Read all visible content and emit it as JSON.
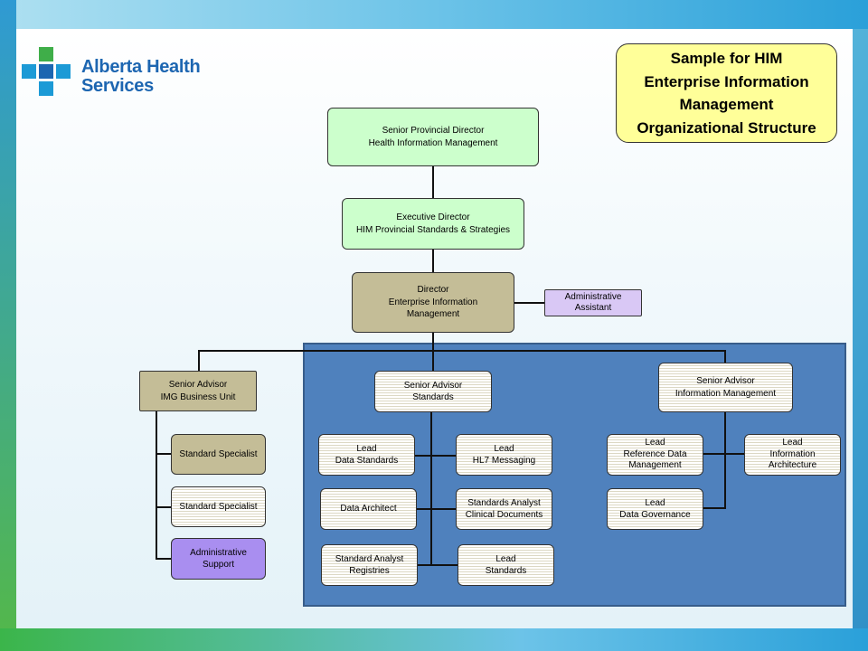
{
  "logo": {
    "line1": "Alberta Health",
    "line2": "Services"
  },
  "title": {
    "line1": "Sample for HIM",
    "line2": "Enterprise Information",
    "line3": "Management",
    "line4": "Organizational  Structure"
  },
  "nodes": {
    "senior_provincial_director": {
      "line1": "Senior Provincial Director",
      "line2": "Health Information Management"
    },
    "executive_director": {
      "line1": "Executive Director",
      "line2": "HIM Provincial Standards & Strategies"
    },
    "director": {
      "line1": "Director",
      "line2": "Enterprise Information",
      "line3": "Management"
    },
    "admin_assistant": {
      "line1": "Administrative",
      "line2": "Assistant"
    },
    "senior_advisor_img": {
      "line1": "Senior Advisor",
      "line2": "IMG Business Unit"
    },
    "standard_specialist_1": {
      "line1": "Standard Specialist"
    },
    "standard_specialist_2": {
      "line1": "Standard Specialist"
    },
    "admin_support": {
      "line1": "Administrative",
      "line2": "Support"
    },
    "senior_advisor_standards": {
      "line1": "Senior Advisor",
      "line2": "Standards"
    },
    "lead_data_standards": {
      "line1": "Lead",
      "line2": "Data Standards"
    },
    "lead_hl7": {
      "line1": "Lead",
      "line2": "HL7 Messaging"
    },
    "data_architect": {
      "line1": "Data Architect"
    },
    "standards_analyst_clinical": {
      "line1": "Standards  Analyst",
      "line2": "Clinical Documents"
    },
    "standard_analyst_registries": {
      "line1": "Standard Analyst",
      "line2": "Registries"
    },
    "lead_standards": {
      "line1": "Lead",
      "line2": "Standards"
    },
    "senior_advisor_im": {
      "line1": "Senior Advisor",
      "line2": "Information Management"
    },
    "lead_reference_data": {
      "line1": "Lead",
      "line2": "Reference Data",
      "line3": "Management"
    },
    "lead_info_arch": {
      "line1": "Lead",
      "line2": "Information",
      "line3": "Architecture"
    },
    "lead_data_governance": {
      "line1": "Lead",
      "line2": "Data Governance"
    }
  },
  "colors": {
    "green": "#ccffcc",
    "tan": "#c4bd97",
    "purple": "#a98ef0",
    "panel": "#4f81bd",
    "title_bg": "#ffff99"
  }
}
